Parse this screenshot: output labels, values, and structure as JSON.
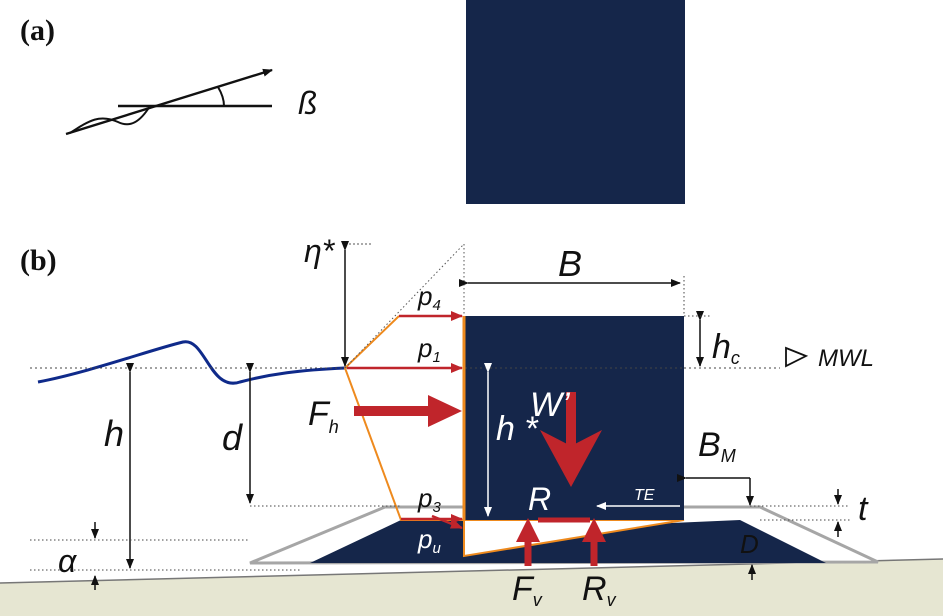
{
  "panels": {
    "a": "(a)",
    "b": "(b)"
  },
  "labels": {
    "beta": "ß",
    "eta_star": "η*",
    "B": "B",
    "p4": "p",
    "p4_sub": "4",
    "p1": "p",
    "p1_sub": "1",
    "p3": "p",
    "p3_sub": "3",
    "pu": "p",
    "pu_sub": "u",
    "hc": "h",
    "hc_sub": "c",
    "mwl": "MWL",
    "Fh": "F",
    "Fh_sub": "h",
    "h_star": "h *",
    "W_prime": "W’",
    "h": "h",
    "d": "d",
    "BM": "B",
    "BM_sub": "M",
    "TE": "TE",
    "R": "R",
    "t": "t",
    "alpha": "α",
    "D": "D",
    "Fv": "F",
    "Fv_sub": "v",
    "Rv": "R",
    "Rv_sub": "v"
  },
  "colors": {
    "caisson": "#15264a",
    "force_arrow": "#c0252b",
    "pressure_outline": "#ee8a1e",
    "wave": "#0f2a8a",
    "mound_outline": "#a6a6a6",
    "seabed": "#e6e6d2"
  }
}
